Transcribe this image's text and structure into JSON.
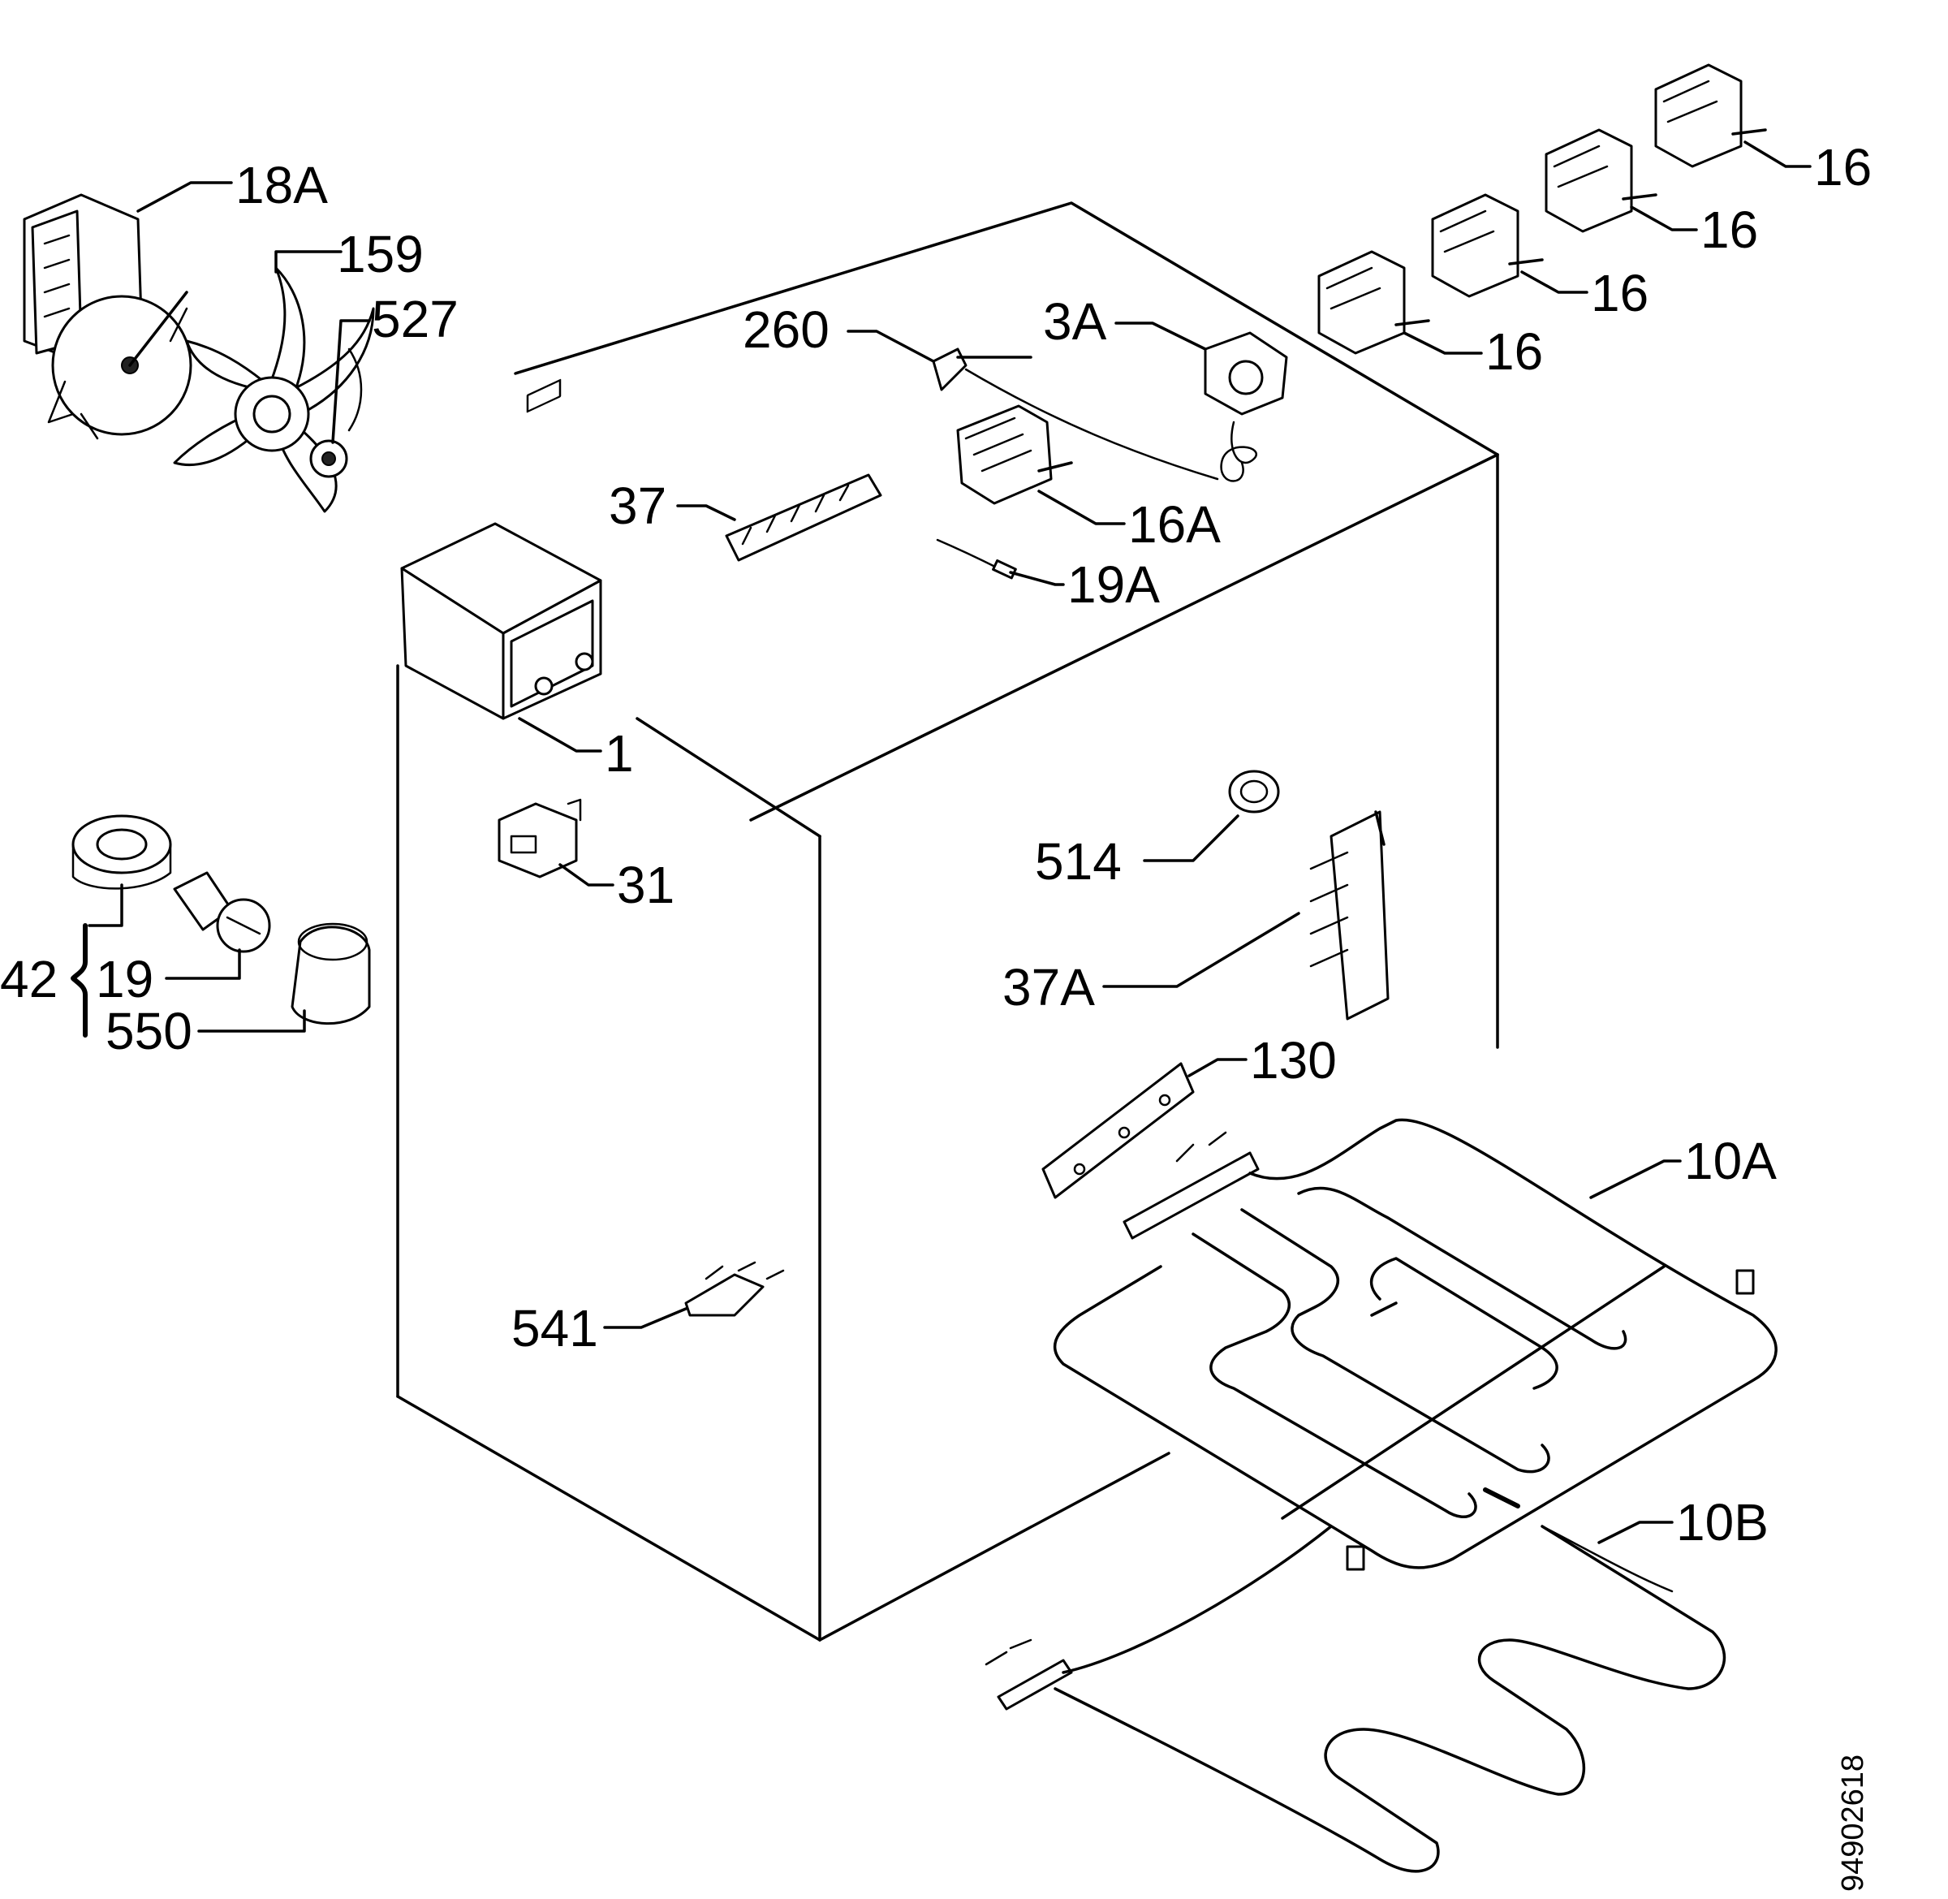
{
  "labels": {
    "p18a": "18A",
    "p159": "159",
    "p527": "527",
    "p260": "260",
    "p3a": "3A",
    "p16_a": "16",
    "p16_b": "16",
    "p16_c": "16",
    "p16_d": "16",
    "p37": "37",
    "p16a": "16A",
    "p19a": "19A",
    "p1": "1",
    "p31": "31",
    "p514": "514",
    "p37a": "37A",
    "p42": "42",
    "p19": "19",
    "p550": "550",
    "p130": "130",
    "p10a": "10A",
    "p10b": "10B",
    "p541": "541"
  },
  "drawing_code": "94902618"
}
